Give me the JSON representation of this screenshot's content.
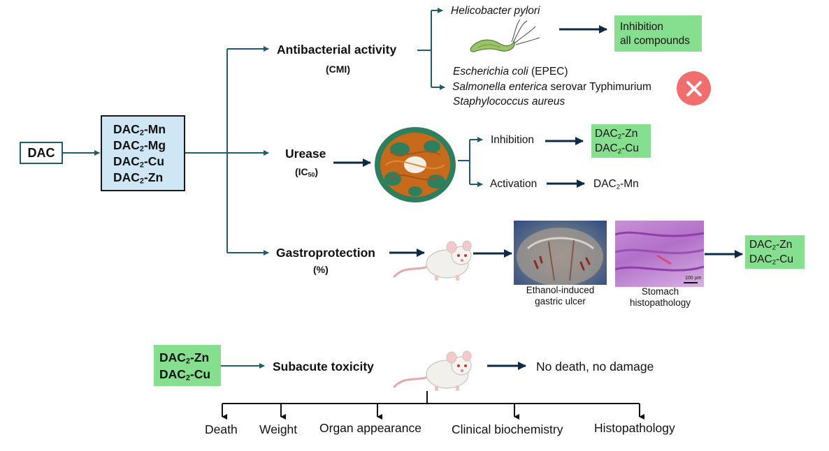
{
  "dac": "DAC",
  "complexes": [
    {
      "base": "DAC",
      "sub": "2",
      "metal": "-Mn"
    },
    {
      "base": "DAC",
      "sub": "2",
      "metal": "-Mg"
    },
    {
      "base": "DAC",
      "sub": "2",
      "metal": "-Cu"
    },
    {
      "base": "DAC",
      "sub": "2",
      "metal": "-Zn"
    }
  ],
  "antibacterial": {
    "title": "Antibacterial activity",
    "unit": "(CMI)",
    "hpylori": "Helicobacter pylori",
    "inhibition_line1": "Inhibition",
    "inhibition_line2": "all compounds",
    "ecoli_italic": "Escherichia coli",
    "ecoli_rest": " (EPEC)",
    "salmonella_italic": "Salmonella enterica",
    "salmonella_rest": " serovar Typhimurium",
    "staph": "Staphylococcus aureus"
  },
  "urease": {
    "title": "Urease",
    "unit_open": "(IC",
    "unit_sub": "50",
    "unit_close": ")",
    "inhibition": "Inhibition",
    "activation": "Activation",
    "inhibitors": [
      {
        "base": "DAC",
        "sub": "2",
        "metal": "-Zn"
      },
      {
        "base": "DAC",
        "sub": "2",
        "metal": "-Cu"
      }
    ],
    "activator": {
      "base": "DAC",
      "sub": "2",
      "metal": "-Mn"
    }
  },
  "gastro": {
    "title": "Gastroprotection",
    "unit": "(%)",
    "ulcer_line1": "Ethanol-induced",
    "ulcer_line2": "gastric ulcer",
    "histo_line1": "Stomach",
    "histo_line2": "histopathology",
    "scale_bar": "100 µm",
    "results": [
      {
        "base": "DAC",
        "sub": "2",
        "metal": "-Zn"
      },
      {
        "base": "DAC",
        "sub": "2",
        "metal": "-Cu"
      }
    ]
  },
  "toxicity": {
    "compounds": [
      {
        "base": "DAC",
        "sub": "2",
        "metal": "-Zn"
      },
      {
        "base": "DAC",
        "sub": "2",
        "metal": "-Cu"
      }
    ],
    "title": "Subacute toxicity",
    "result": "No death, no damage",
    "endpoints": [
      "Death",
      "Weight",
      "Organ appearance",
      "Clinical biochemistry",
      "Histopathology"
    ]
  },
  "colors": {
    "arrow_blue": "#1f5a6e",
    "complex_fill": "#cfe6f5",
    "green_fill": "#86df8e",
    "red_circle": "#f26d6d"
  }
}
